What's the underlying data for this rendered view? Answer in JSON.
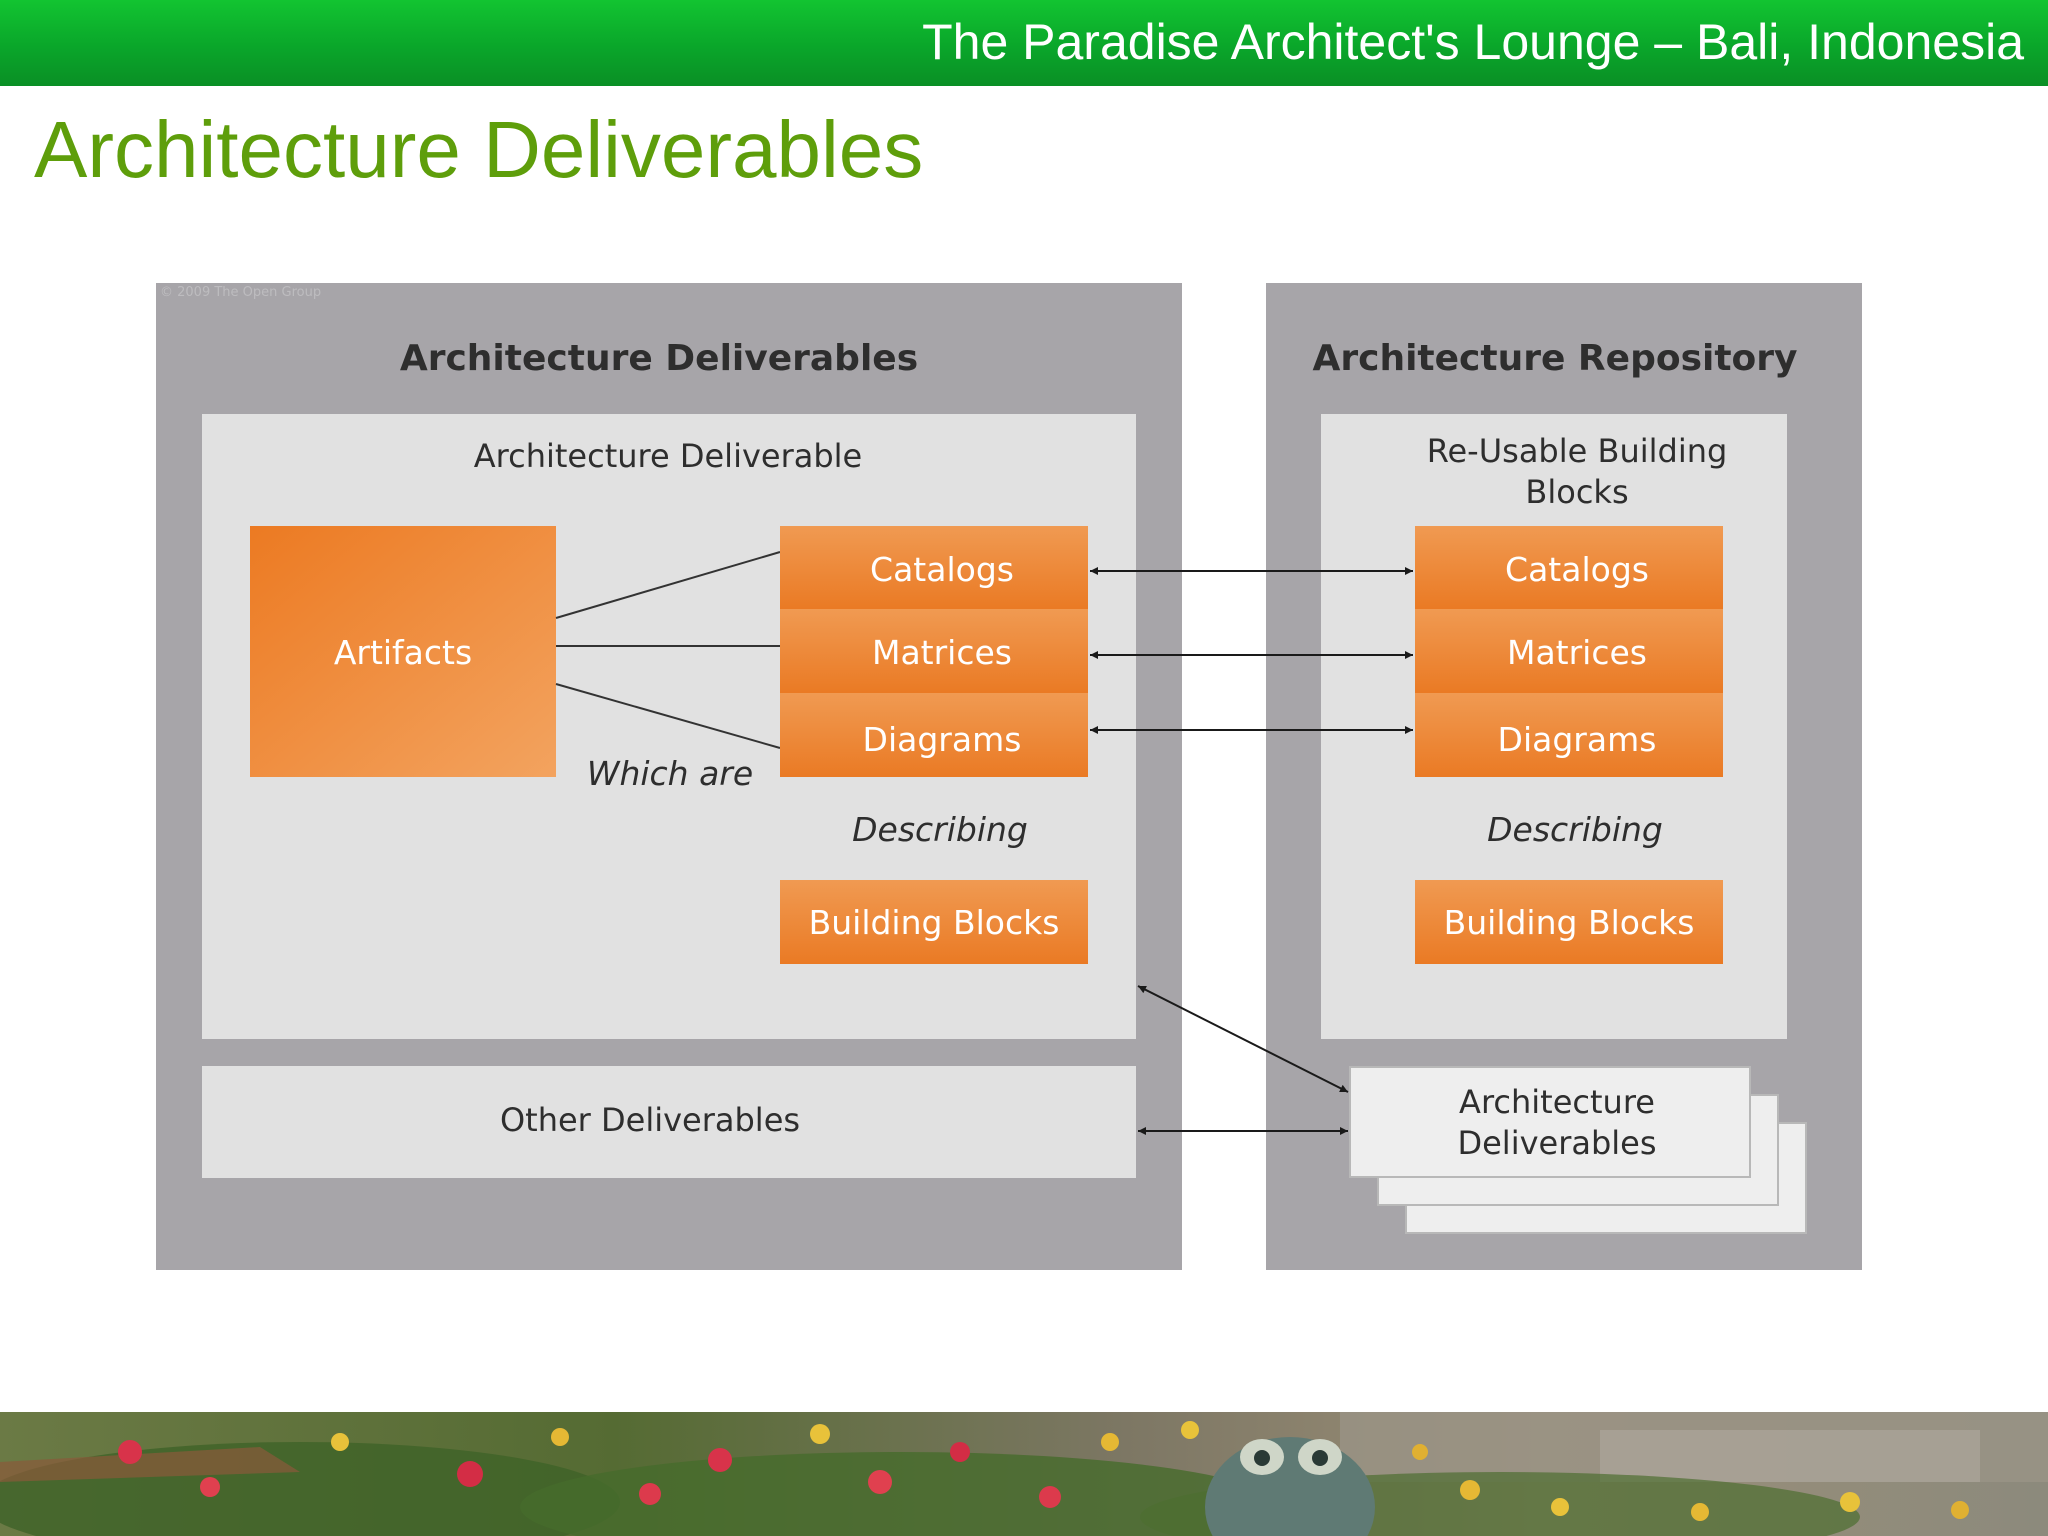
{
  "header": {
    "text": "The Paradise Architect's Lounge – Bali, Indonesia"
  },
  "page": {
    "title": "Architecture Deliverables"
  },
  "diagram": {
    "copyright": "© 2009 The Open Group",
    "left_panel": {
      "title": "Architecture Deliverables",
      "deliverable_box": {
        "title": "Architecture Deliverable",
        "artifacts_label": "Artifacts",
        "which_are_label": "Which are",
        "types": [
          "Catalogs",
          "Matrices",
          "Diagrams"
        ],
        "describing_label": "Describing",
        "building_blocks_label": "Building Blocks"
      },
      "other_deliverables_label": "Other Deliverables"
    },
    "right_panel": {
      "title": "Architecture Repository",
      "reusable_box": {
        "title_line1": "Re-Usable Building",
        "title_line2": "Blocks",
        "types": [
          "Catalogs",
          "Matrices",
          "Diagrams"
        ],
        "describing_label": "Describing",
        "building_blocks_label": "Building Blocks"
      },
      "deliverables_stack": {
        "line1": "Architecture",
        "line2": "Deliverables"
      }
    },
    "colors": {
      "panel": "#a7a5a9",
      "inner": "#e1e1e1",
      "orange": "#ee8431",
      "orange_light": "#f3a05a",
      "title_green": "#5e9e0b",
      "header_green": "#0cb02c"
    }
  }
}
